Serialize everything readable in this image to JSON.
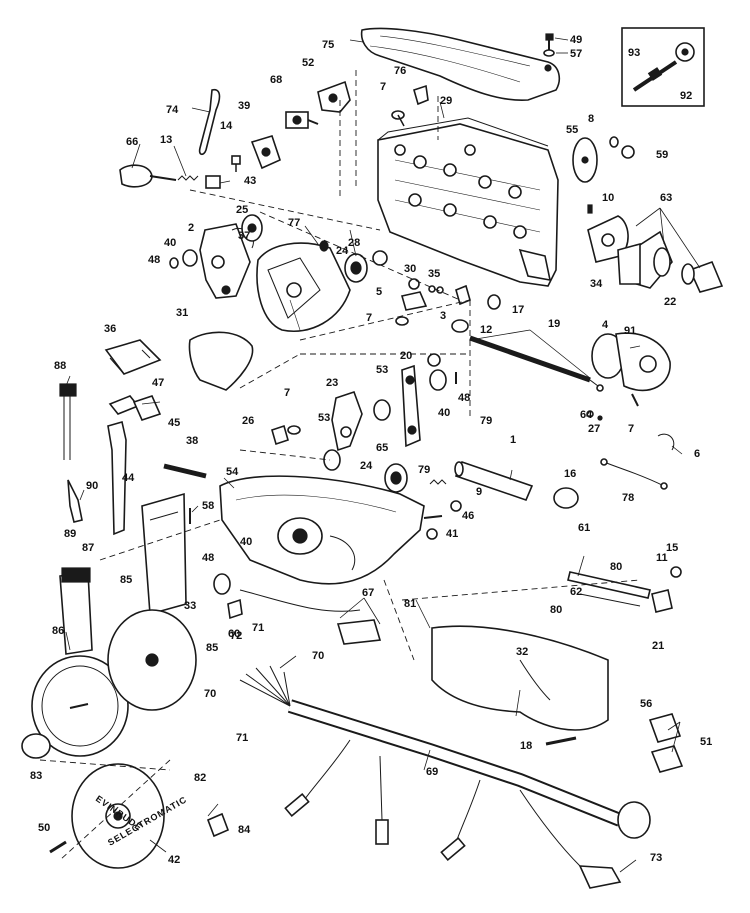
{
  "disc_text": [
    "EVINRUDE",
    "SELECTROMATIC"
  ],
  "callouts": [
    {
      "id": "c49",
      "text": "49"
    },
    {
      "id": "c57",
      "text": "57"
    },
    {
      "id": "c75",
      "text": "75"
    },
    {
      "id": "c93",
      "text": "93"
    },
    {
      "id": "c92",
      "text": "92"
    },
    {
      "id": "c52",
      "text": "52"
    },
    {
      "id": "c76",
      "text": "76"
    },
    {
      "id": "c68",
      "text": "68"
    },
    {
      "id": "c74",
      "text": "74"
    },
    {
      "id": "c39",
      "text": "39"
    },
    {
      "id": "c7a",
      "text": "7"
    },
    {
      "id": "c29",
      "text": "29"
    },
    {
      "id": "c14",
      "text": "14"
    },
    {
      "id": "c13",
      "text": "13"
    },
    {
      "id": "c66",
      "text": "66"
    },
    {
      "id": "c55",
      "text": "55"
    },
    {
      "id": "c8",
      "text": "8"
    },
    {
      "id": "c59",
      "text": "59"
    },
    {
      "id": "c43",
      "text": "43"
    },
    {
      "id": "c10",
      "text": "10"
    },
    {
      "id": "c63",
      "text": "63"
    },
    {
      "id": "c25",
      "text": "25"
    },
    {
      "id": "c2",
      "text": "2"
    },
    {
      "id": "c77",
      "text": "77"
    },
    {
      "id": "c37",
      "text": "37"
    },
    {
      "id": "c24a",
      "text": "24"
    },
    {
      "id": "c28",
      "text": "28"
    },
    {
      "id": "c40a",
      "text": "40"
    },
    {
      "id": "c48a",
      "text": "48"
    },
    {
      "id": "c30",
      "text": "30"
    },
    {
      "id": "c35",
      "text": "35"
    },
    {
      "id": "c34",
      "text": "34"
    },
    {
      "id": "c22",
      "text": "22"
    },
    {
      "id": "c5",
      "text": "5"
    },
    {
      "id": "c3",
      "text": "3"
    },
    {
      "id": "c17",
      "text": "17"
    },
    {
      "id": "c7b",
      "text": "7"
    },
    {
      "id": "c12",
      "text": "12"
    },
    {
      "id": "c19",
      "text": "19"
    },
    {
      "id": "c31",
      "text": "31"
    },
    {
      "id": "c36",
      "text": "36"
    },
    {
      "id": "c4",
      "text": "4"
    },
    {
      "id": "c91",
      "text": "91"
    },
    {
      "id": "c88",
      "text": "88"
    },
    {
      "id": "c20",
      "text": "20"
    },
    {
      "id": "c53a",
      "text": "53"
    },
    {
      "id": "c23",
      "text": "23"
    },
    {
      "id": "c48b",
      "text": "48"
    },
    {
      "id": "c40b",
      "text": "40"
    },
    {
      "id": "c47",
      "text": "47"
    },
    {
      "id": "c45",
      "text": "45"
    },
    {
      "id": "c7c",
      "text": "7"
    },
    {
      "id": "c26",
      "text": "26"
    },
    {
      "id": "c64",
      "text": "64"
    },
    {
      "id": "c27",
      "text": "27"
    },
    {
      "id": "c7d",
      "text": "7"
    },
    {
      "id": "c38",
      "text": "38"
    },
    {
      "id": "c53b",
      "text": "53"
    },
    {
      "id": "c65",
      "text": "65"
    },
    {
      "id": "c79a",
      "text": "79"
    },
    {
      "id": "c6",
      "text": "6"
    },
    {
      "id": "c1",
      "text": "1"
    },
    {
      "id": "c24b",
      "text": "24"
    },
    {
      "id": "c79b",
      "text": "79"
    },
    {
      "id": "c44",
      "text": "44"
    },
    {
      "id": "c54",
      "text": "54"
    },
    {
      "id": "c16",
      "text": "16"
    },
    {
      "id": "c78",
      "text": "78"
    },
    {
      "id": "c9",
      "text": "9"
    },
    {
      "id": "c90",
      "text": "90"
    },
    {
      "id": "c46",
      "text": "46"
    },
    {
      "id": "c89",
      "text": "89"
    },
    {
      "id": "c58",
      "text": "58"
    },
    {
      "id": "c41",
      "text": "41"
    },
    {
      "id": "c61",
      "text": "61"
    },
    {
      "id": "c87",
      "text": "87"
    },
    {
      "id": "c40c",
      "text": "40"
    },
    {
      "id": "c15",
      "text": "15"
    },
    {
      "id": "c11",
      "text": "11"
    },
    {
      "id": "c85a",
      "text": "85"
    },
    {
      "id": "c80a",
      "text": "80"
    },
    {
      "id": "c48c",
      "text": "48"
    },
    {
      "id": "c62",
      "text": "62"
    },
    {
      "id": "c81",
      "text": "81"
    },
    {
      "id": "c33",
      "text": "33"
    },
    {
      "id": "c67",
      "text": "67"
    },
    {
      "id": "c80b",
      "text": "80"
    },
    {
      "id": "c60",
      "text": "60"
    },
    {
      "id": "c21",
      "text": "21"
    },
    {
      "id": "c86",
      "text": "86"
    },
    {
      "id": "c72",
      "text": "72"
    },
    {
      "id": "c71a",
      "text": "71"
    },
    {
      "id": "c85b",
      "text": "85"
    },
    {
      "id": "c70a",
      "text": "70"
    },
    {
      "id": "c32",
      "text": "32"
    },
    {
      "id": "c70b",
      "text": "70"
    },
    {
      "id": "c56",
      "text": "56"
    },
    {
      "id": "c71b",
      "text": "71"
    },
    {
      "id": "c51",
      "text": "51"
    },
    {
      "id": "c18",
      "text": "18"
    },
    {
      "id": "c83",
      "text": "83"
    },
    {
      "id": "c69",
      "text": "69"
    },
    {
      "id": "c82",
      "text": "82"
    },
    {
      "id": "c84",
      "text": "84"
    },
    {
      "id": "c50",
      "text": "50"
    },
    {
      "id": "c73",
      "text": "73"
    },
    {
      "id": "c42",
      "text": "42"
    }
  ]
}
